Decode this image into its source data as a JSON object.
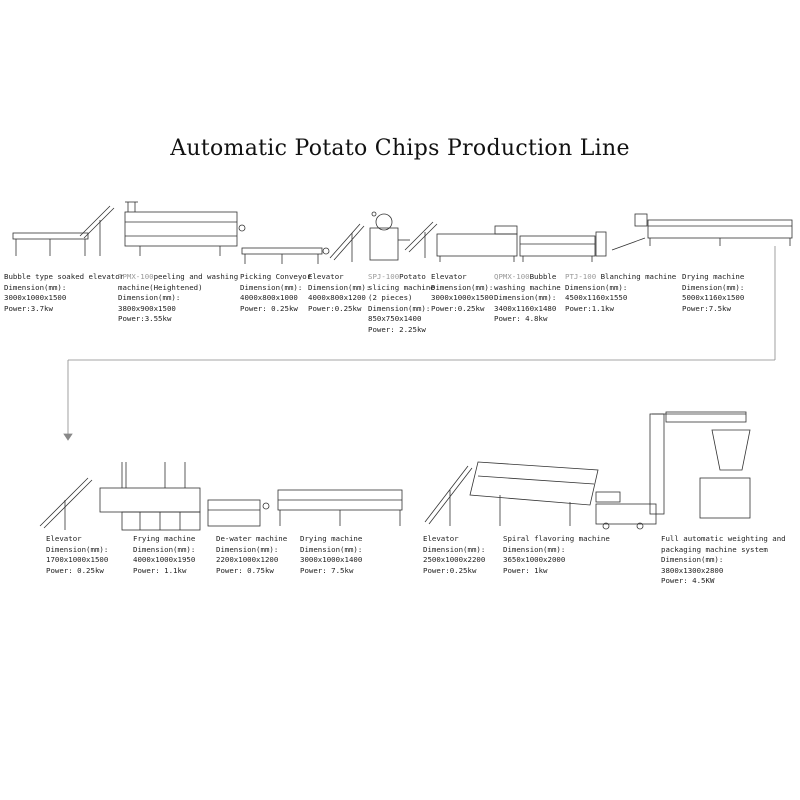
{
  "title": "Automatic Potato Chips Production Line",
  "machines_row1": [
    {
      "code": "",
      "name": "Bubble type soaked elevator",
      "dimension_label": "Dimension(mm):",
      "dimension": "3000x1000x1500",
      "power": "Power:3.7kw"
    },
    {
      "code": "TPMX-100",
      "name": "peeling and washing",
      "name2": "machine(Heightened)",
      "dimension_label": "Dimension(mm):",
      "dimension": "3800x900x1500",
      "power": "Power:3.55kw"
    },
    {
      "code": "",
      "name": "Picking Conveyor",
      "dimension_label": "Dimension(mm):",
      "dimension": "4000x800x1000",
      "power": "Power: 0.25kw"
    },
    {
      "code": "",
      "name": "Elevator",
      "dimension_label": "Dimension(mm):",
      "dimension": "4000x800x1200",
      "power": "Power:0.25kw"
    },
    {
      "code": "SPJ-100",
      "name": "Potato",
      "name2": "slicing machine",
      "name3": "(2 pieces)",
      "dimension_label": "Dimension(mm):",
      "dimension": "850x750x1400",
      "power": "Power: 2.25kw"
    },
    {
      "code": "",
      "name": "Elevator",
      "dimension_label": "Dimension(mm):",
      "dimension": "3000x1000x1500",
      "power": "Power:0.25kw"
    },
    {
      "code": "QPMX-100",
      "name": "Bubble",
      "name2": "washing machine",
      "dimension_label": "Dimension(mm):",
      "dimension": "3400x1160x1480",
      "power": "Power: 4.8kw"
    },
    {
      "code": "PTJ-100",
      "name": "Blanching machine",
      "dimension_label": "Dimension(mm):",
      "dimension": "4500x1160x1550",
      "power": "Power:1.1kw"
    },
    {
      "code": "",
      "name": "Drying machine",
      "dimension_label": "Dimension(mm):",
      "dimension": "5000x1160x1500",
      "power": "Power:7.5kw"
    }
  ],
  "machines_row2": [
    {
      "name": "Elevator",
      "dimension_label": "Dimension(mm):",
      "dimension": "1700x1000x1500",
      "power": "Power: 0.25kw"
    },
    {
      "name": "Frying machine",
      "dimension_label": "Dimension(mm):",
      "dimension": "4000x1000x1950",
      "power": "Power: 1.1kw"
    },
    {
      "name": "De-water machine",
      "dimension_label": "Dimension(mm):",
      "dimension": "2200x1000x1200",
      "power": "Power: 0.75kw"
    },
    {
      "name": "Drying machine",
      "dimension_label": "Dimension(mm):",
      "dimension": "3000x1000x1400",
      "power": "Power: 7.5kw"
    },
    {
      "name": "Elevator",
      "dimension_label": "Dimension(mm):",
      "dimension": "2500x1000x2200",
      "power": "Power:0.25kw"
    },
    {
      "name": "Spiral flavoring machine",
      "dimension_label": "Dimension(mm):",
      "dimension": "3650x1000x2000",
      "power": "Power: 1kw"
    },
    {
      "name": "Full automatic weighting and",
      "name2": "packaging machine system",
      "dimension_label": "Dimension(mm):",
      "dimension": "3800x1300x2800",
      "power": "Power: 4.5KW"
    }
  ],
  "colors": {
    "line": "#333333",
    "arrow": "#888888"
  }
}
